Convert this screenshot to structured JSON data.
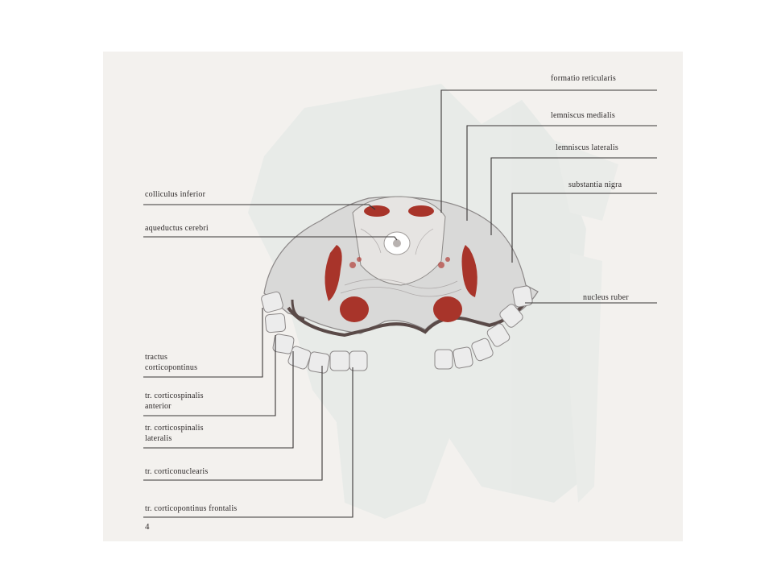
{
  "labels": {
    "formatio_reticularis": "formatio reticularis",
    "lemniscus_medialis": "lemniscus medialis",
    "lemniscus_lateralis": "lemniscus lateralis",
    "substantia_nigra": "substantia nigra",
    "colliculus_inferior": "colliculus inferior",
    "aqueductus_cerebri": "aqueductus cerebri",
    "nucleus_ruber": "nucleus ruber",
    "tractus_corticopontinus_1": "tractus",
    "tractus_corticopontinus_2": "corticopontinus",
    "tr_corticospinalis_anterior_1": "tr. corticospinalis",
    "tr_corticospinalis_anterior_2": "anterior",
    "tr_corticospinalis_lateralis_1": "tr. corticospinalis",
    "tr_corticospinalis_lateralis_2": "lateralis",
    "tr_corticonuclearis": "tr. corticonuclearis",
    "tr_corticopontinus_frontalis": "tr. corticopontinus frontalis",
    "plate_number": "4"
  },
  "colors": {
    "background": "#f3f1ee",
    "tissue": "#d9d9d8",
    "nucleus_red": "#a8342a",
    "dark_border": "#5a4a48",
    "leader_line": "#3a3636"
  }
}
